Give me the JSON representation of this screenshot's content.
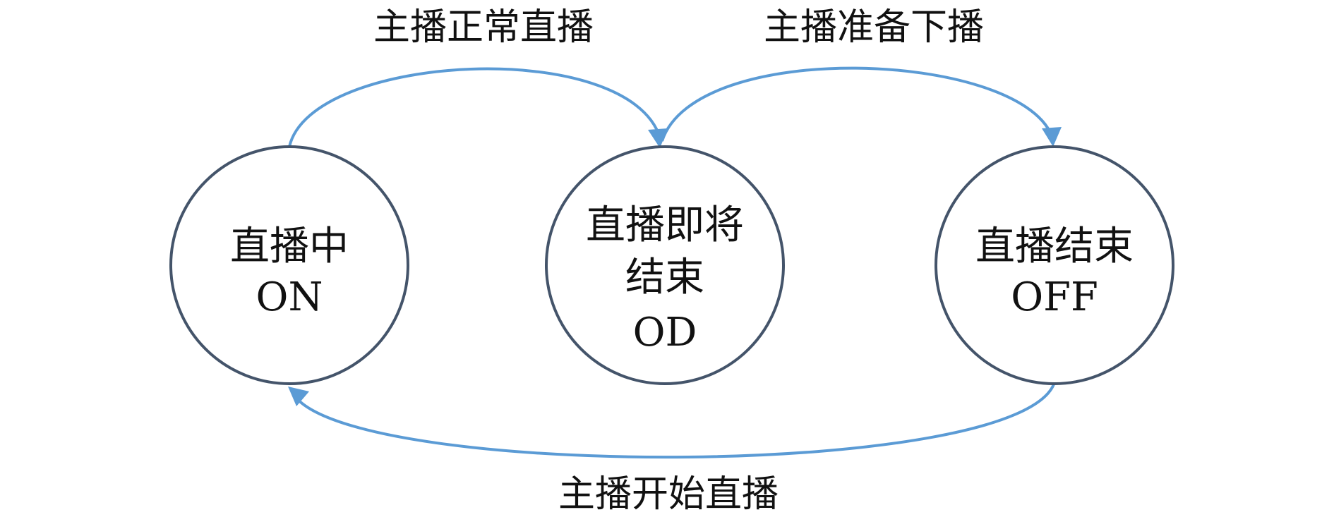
{
  "diagram": {
    "states": {
      "on": {
        "line1": "直播中",
        "line2": "ON"
      },
      "od": {
        "line1": "直播即将",
        "line2": "结束",
        "line3": "OD"
      },
      "off": {
        "line1": "直播结束",
        "line2": "OFF"
      }
    },
    "transitions": {
      "on_to_od": "主播正常直播",
      "od_to_off": "主播准备下播",
      "off_to_on": "主播开始直播"
    },
    "colors": {
      "circle_stroke": "#44546a",
      "arrow": "#5b9bd5",
      "text": "#111111"
    }
  }
}
